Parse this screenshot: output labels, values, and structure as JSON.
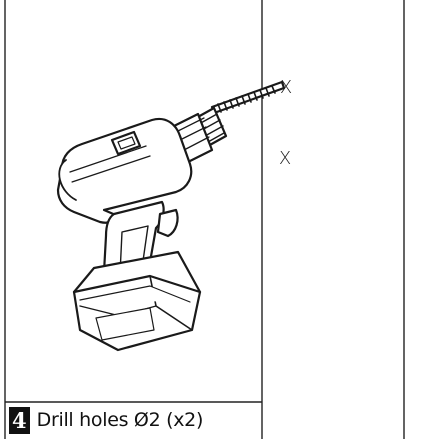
{
  "step": {
    "number": "4",
    "instruction": "Drill holes Ø2 (x2)"
  },
  "marks": {
    "hole_marker": "X"
  },
  "illustration": {
    "subject": "cordless-drill",
    "ink_color": "#1a1a1a",
    "paper_color": "#ffffff"
  }
}
